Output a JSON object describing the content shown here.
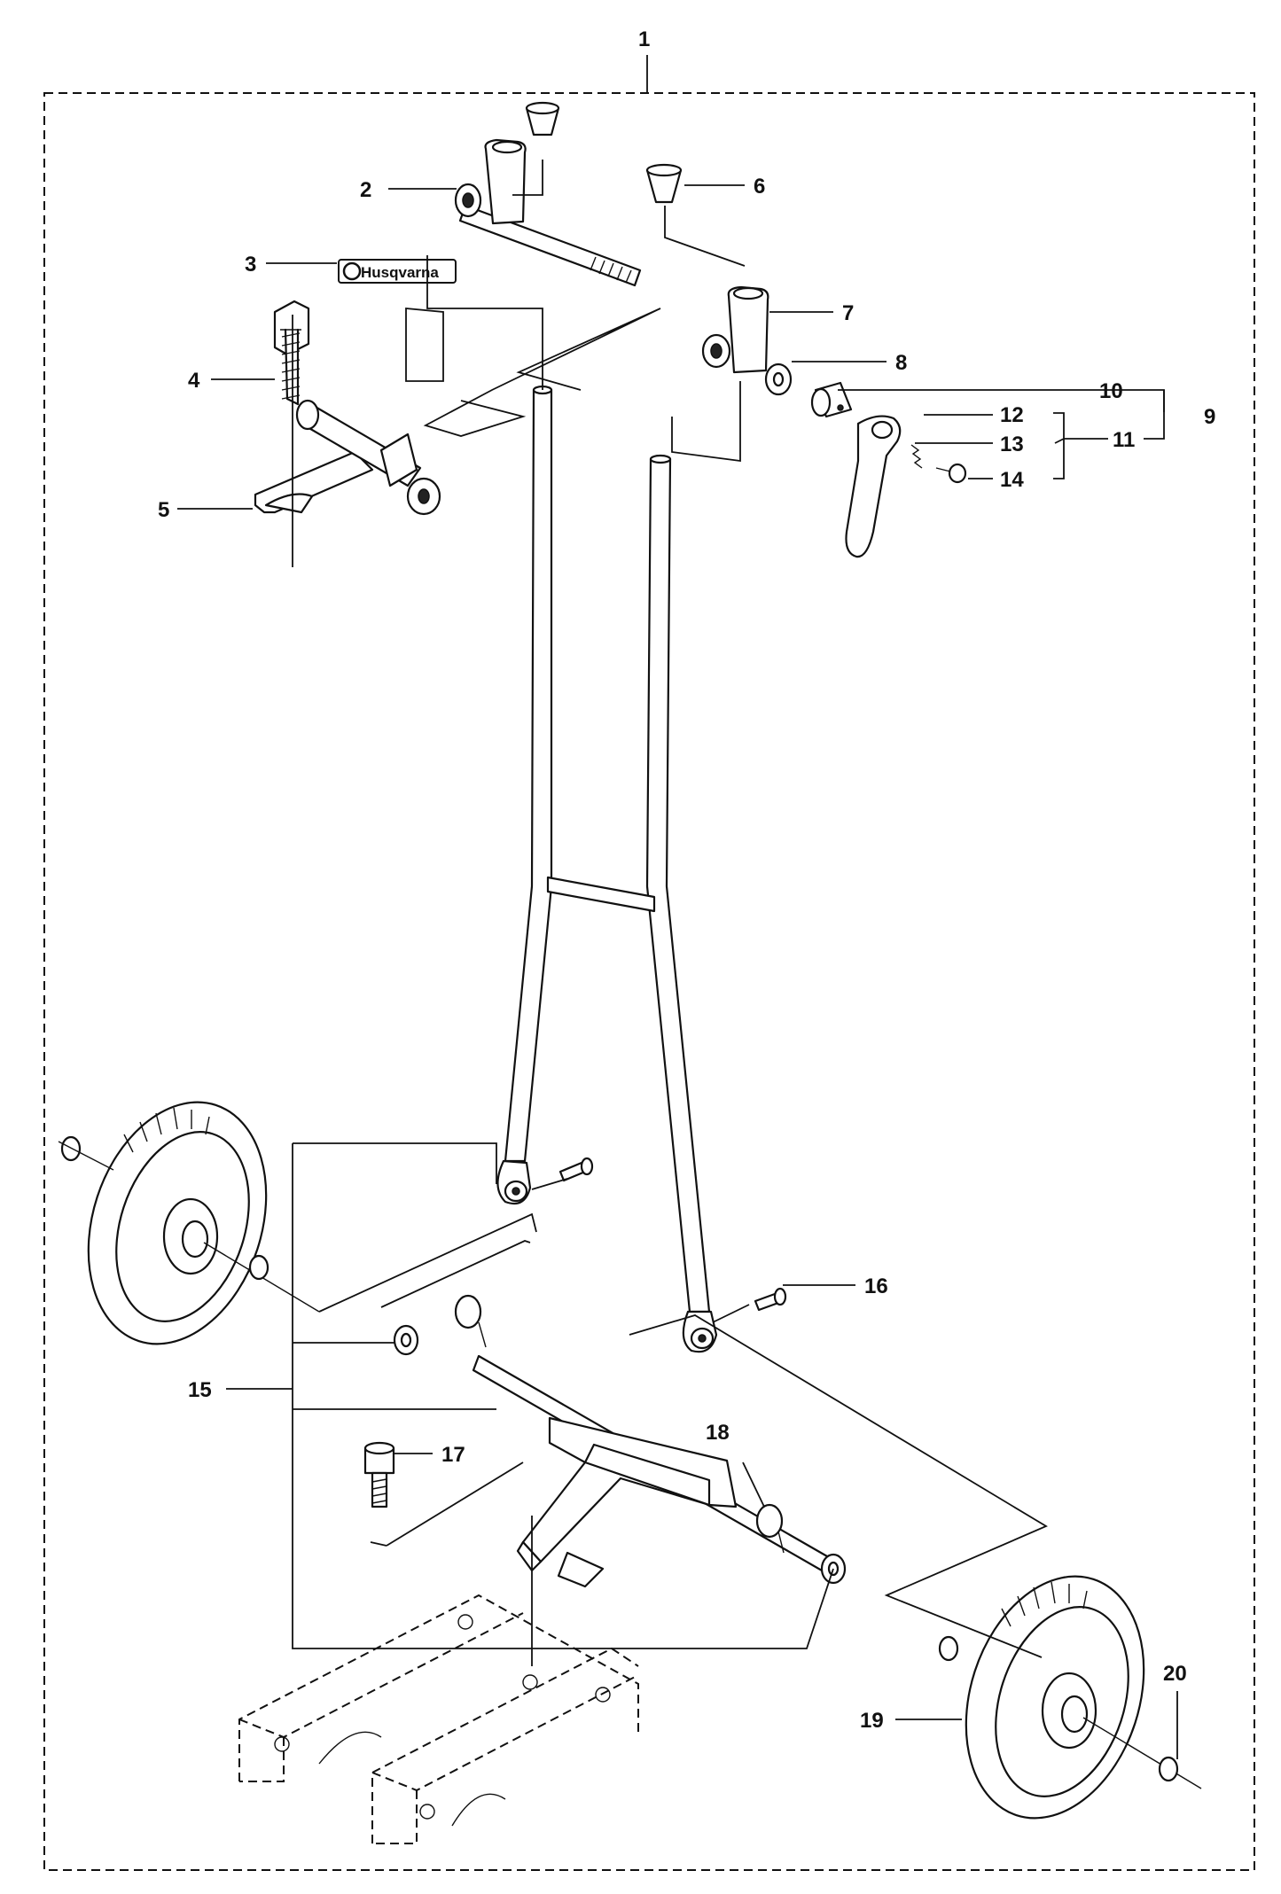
{
  "colors": {
    "ink": "#111111",
    "background": "#ffffff"
  },
  "logo_text": "Husqvarna",
  "callouts": {
    "c1": "1",
    "c2": "2",
    "c3": "3",
    "c4": "4",
    "c5": "5",
    "c6": "6",
    "c7": "7",
    "c8": "8",
    "c9": "9",
    "c10": "10",
    "c11": "11",
    "c12": "12",
    "c13": "13",
    "c14": "14",
    "c15": "15",
    "c16": "16",
    "c17": "17",
    "c18": "18",
    "c19": "19",
    "c20": "20"
  }
}
